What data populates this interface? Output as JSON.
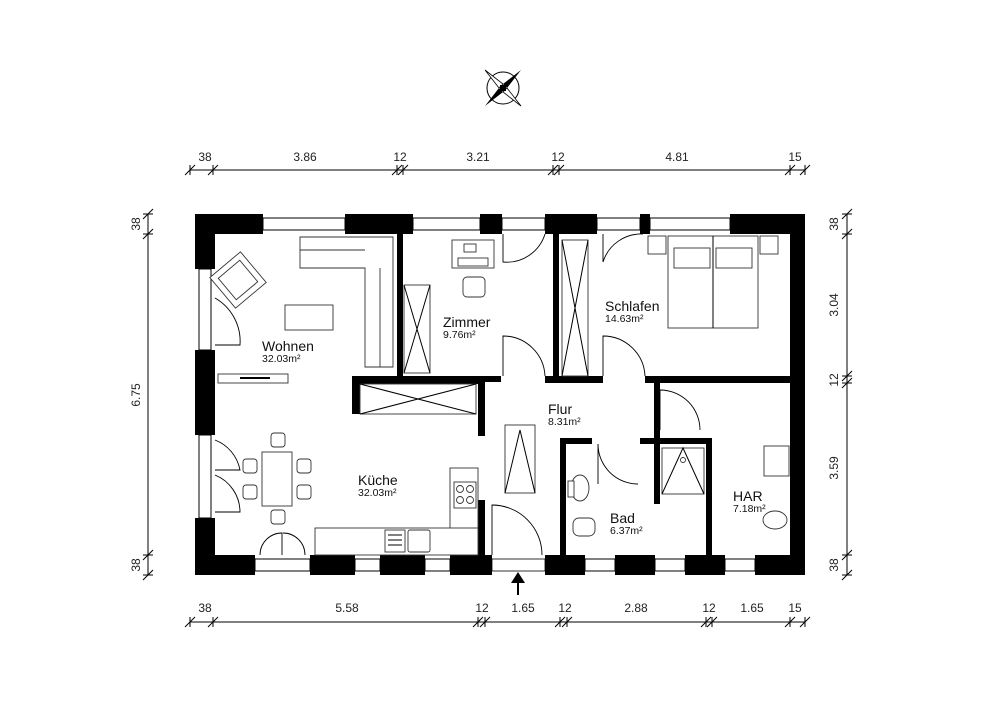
{
  "dimensions": {
    "top": [
      "38",
      "3.86",
      "12",
      "3.21",
      "12",
      "4.81",
      "15"
    ],
    "bottom": [
      "38",
      "5.58",
      "12",
      "1.65",
      "12",
      "2.88",
      "12",
      "1.65",
      "15"
    ],
    "left": [
      "38",
      "6.75",
      "38"
    ],
    "right": [
      "38",
      "3.04",
      "12",
      "3.59",
      "38"
    ]
  },
  "rooms": {
    "wohnen": {
      "name": "Wohnen",
      "area": "32.03m²"
    },
    "zimmer": {
      "name": "Zimmer",
      "area": "9.76m²"
    },
    "schlafen": {
      "name": "Schlafen",
      "area": "14.63m²"
    },
    "flur": {
      "name": "Flur",
      "area": "8.31m²"
    },
    "kueche": {
      "name": "Küche",
      "area": "32.03m²"
    },
    "bad": {
      "name": "Bad",
      "area": "6.37m²"
    },
    "har": {
      "name": "HAR",
      "area": "7.18m²"
    }
  },
  "icons": {
    "compass": "compass-rose-icon",
    "entrance": "entrance-arrow-icon"
  }
}
